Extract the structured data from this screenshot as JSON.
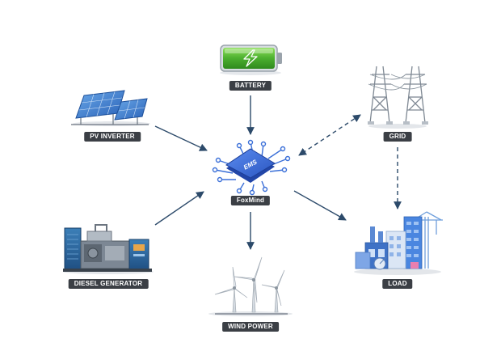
{
  "nodes": {
    "battery": "BATTERY",
    "pv_inverter": "PV INVERTER",
    "grid": "GRID",
    "ems_hub": "FoxMind",
    "ems_chip_text": "EMS",
    "diesel_generator": "DIESEL GENERATOR",
    "load": "LOAD",
    "wind_power": "WIND POWER"
  },
  "colors": {
    "label_bg": "#3b3f45",
    "arrow": "#2c4a6a",
    "battery_fill": "#4caf2f",
    "chip_blue": "#3a6fd8"
  },
  "connections": [
    {
      "from": "battery",
      "to": "ems_hub",
      "style": "solid"
    },
    {
      "from": "pv_inverter",
      "to": "ems_hub",
      "style": "solid"
    },
    {
      "from": "diesel_generator",
      "to": "ems_hub",
      "style": "solid"
    },
    {
      "from": "ems_hub",
      "to": "wind_power",
      "style": "solid"
    },
    {
      "from": "ems_hub",
      "to": "load",
      "style": "solid"
    },
    {
      "from": "grid",
      "to": "ems_hub",
      "style": "dashed-bidirectional"
    },
    {
      "from": "grid",
      "to": "load",
      "style": "dashed"
    }
  ]
}
